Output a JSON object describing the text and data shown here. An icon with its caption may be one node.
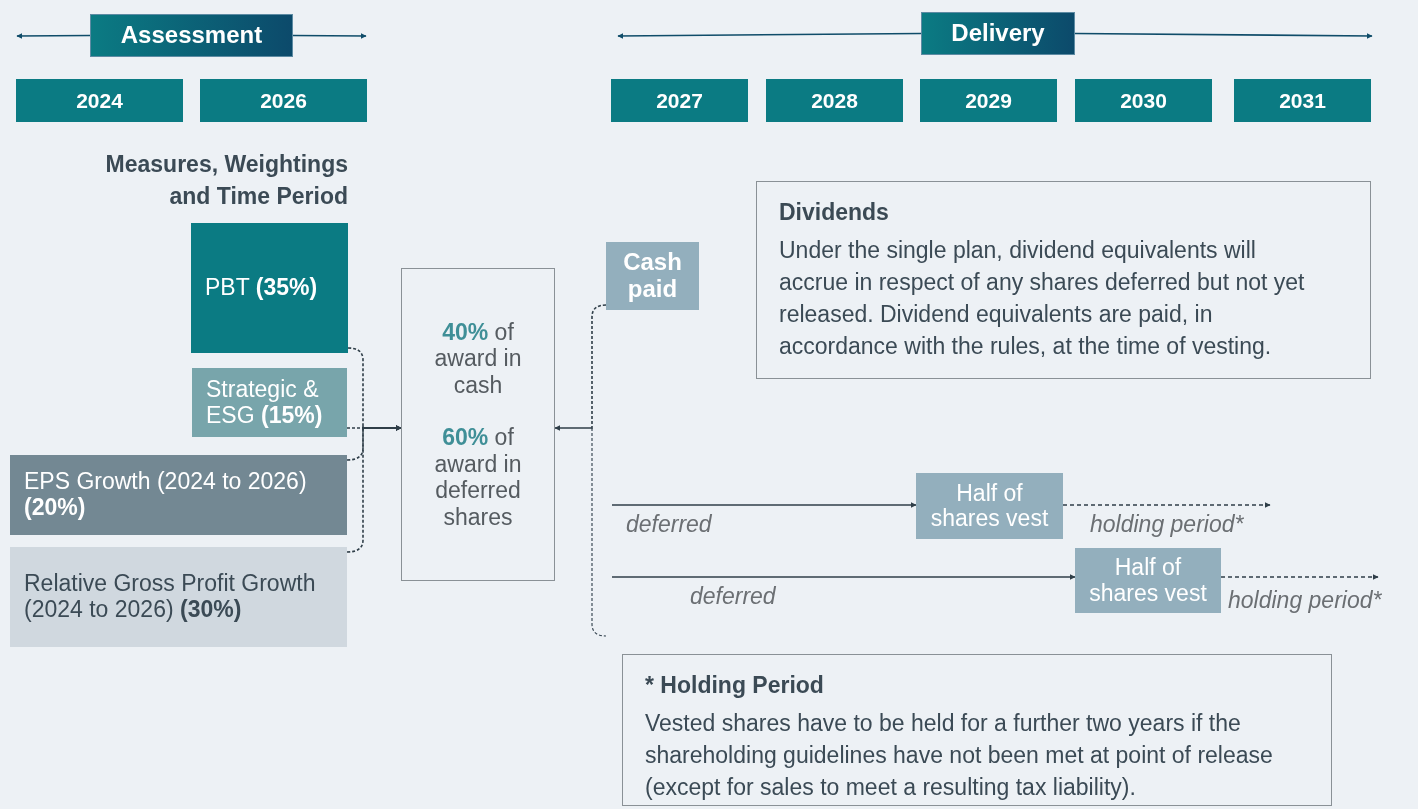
{
  "diagram": {
    "nodes": [
      {
        "text": [
          "Assessment"
        ]
      },
      {
        "text": [
          "Delivery"
        ]
      },
      {
        "text": [
          "2024"
        ]
      },
      {
        "text": [
          "2026"
        ]
      },
      {
        "text": [
          "2027"
        ]
      },
      {
        "text": [
          "2028"
        ]
      },
      {
        "text": [
          "2029"
        ]
      },
      {
        "text": [
          "2030"
        ]
      },
      {
        "text": [
          "2031"
        ]
      },
      {
        "text": [
          "PBT **(35%)**"
        ]
      },
      {
        "text": [
          "Strategic & ESG **(15%)**"
        ]
      },
      {
        "text": [
          "EPS Growth (2024 to 2026) **(20%)**"
        ]
      },
      {
        "text": [
          "Relative Gross Profit Growth (2024 to 2026) **(30%)**"
        ]
      },
      {
        "text": [
          "**40%** of award in cash",
          "**60%** of award in deferred shares"
        ]
      },
      {
        "text": [
          "Cash paid"
        ]
      },
      {
        "text": [
          "Dividends",
          "Under the single plan, dividend equivalents will accrue in respect of any shares deferred but not yet released. Dividend equivalents are paid, in accordance with the rules, at the time of vesting."
        ]
      },
      {
        "text": [
          "Half of shares vest"
        ]
      },
      {
        "text": [
          "Half of shares vest"
        ]
      },
      {
        "text": [
          "* **Holding Period**",
          "Vested shares have to be held for a further two years if the shareholding guidelines have not been met at point of release (except for sales to meet a resulting tax liability)."
        ]
      }
    ],
    "edges": [
      {
        "from": 9,
        "to": 13,
        "arrow": "to",
        "style": "dashed"
      },
      {
        "from": 10,
        "to": 13,
        "arrow": "to",
        "style": "dashed"
      },
      {
        "from": 11,
        "to": 13,
        "arrow": "to",
        "style": "dashed"
      },
      {
        "from": 12,
        "to": 13,
        "arrow": "to",
        "style": "dashed"
      },
      {
        "from": 14,
        "to": 13,
        "arrow": "to",
        "style": "dashed"
      },
      {
        "from": null,
        "to": 16,
        "arrow": "to",
        "label": "deferred"
      },
      {
        "from": null,
        "to": 17,
        "arrow": "to",
        "label": "deferred"
      },
      {
        "from": 16,
        "to": null,
        "arrow": "to",
        "label": "holding period*",
        "style": "dashed"
      },
      {
        "from": 17,
        "to": null,
        "arrow": "to",
        "label": "holding period*",
        "style": "dashed"
      },
      {
        "from": 0,
        "to": null,
        "arrow": "to",
        "color": "#0f4c69"
      },
      {
        "from": 0,
        "to": null,
        "arrow": "to",
        "color": "#0f4c69"
      },
      {
        "from": 1,
        "to": null,
        "arrow": "to",
        "color": "#0f4c69"
      },
      {
        "from": 1,
        "to": null,
        "arrow": "to",
        "color": "#0f4c69"
      }
    ],
    "labels": [
      "Measures, Weightings and Time Period"
    ]
  }
}
